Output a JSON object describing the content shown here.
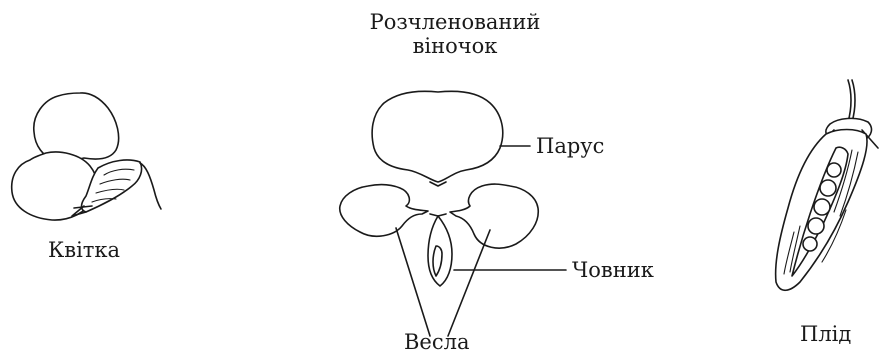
{
  "title_lines": [
    "Розчленований",
    "віночок"
  ],
  "labels": {
    "flower": "Квітка",
    "standard": "Парус",
    "keel": "Човник",
    "wings": "Весла",
    "fruit": "Плід"
  }
}
